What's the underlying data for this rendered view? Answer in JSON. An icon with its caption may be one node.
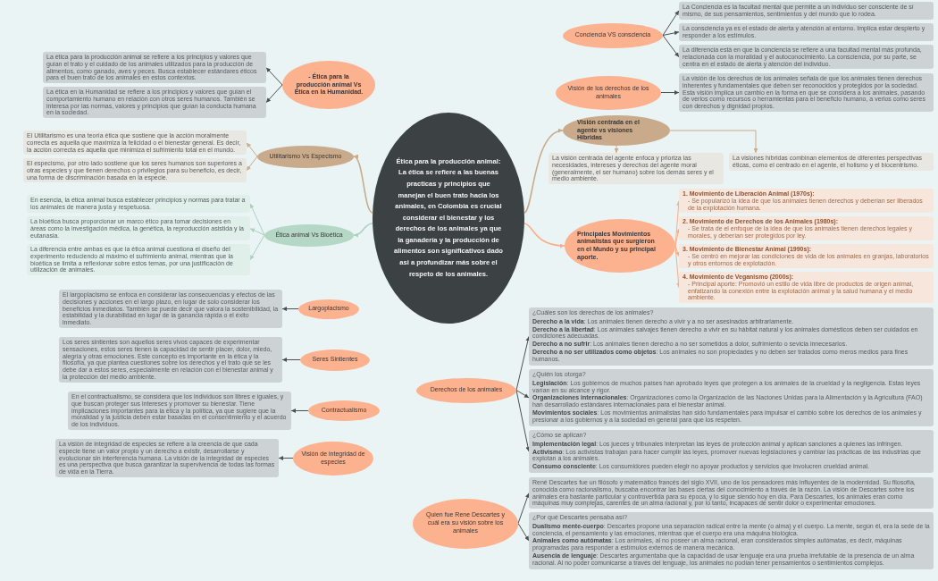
{
  "diagram": {
    "nodes": [
      {
        "text": [
          "Ética para la producción animal: La ética se refiere a las buenas practicas y principios que manejan el buen trato hacia los animales, en Colombia es crucial considerar el bienestar y los derechos de los animales ya que la ganadería y la producción de alimentos son significativos dado asi a profundizar más sobre el respeto de los animales."
        ]
      },
      {
        "text": [
          "- Ética para la producción animal Vs Ética en la Humanidad."
        ]
      },
      {
        "text": [
          "La ética para la producción animal se refiere a los principios y valores que guían el trato y el cuidado de los animales utilizados para la producción de alimentos, como ganado, aves y peces. Busca establecer estándares éticos para el buen trato de los animales en estos contextos."
        ]
      },
      {
        "text": [
          "La ética en la Humanidad se refiere a los principios y valores que guían el comportamiento humano en relación con otros seres humanos. También se interesa por las normas, valores y principios que guían la conducta humana en la sociedad."
        ]
      },
      {
        "text": [
          "Utilitarismo Vs Especismo"
        ]
      },
      {
        "text": [
          "El Utilitarismo es una teoría ética que sostiene que la acción moralmente correcta es aquella que maximiza la felicidad o el bienestar general. Es decir, la acción correcta es aquella que minimiza el sufrimiento total en el mundo."
        ]
      },
      {
        "text": [
          "El especismo, por otro lado sostiene que los seres humanos son superiores a otras especies y que tienen derechos o privilegios para su beneficio, es decir, una forma de discriminación basada en la especie."
        ]
      },
      {
        "text": [
          "Ética animal Vs Bioética"
        ]
      },
      {
        "text": [
          "En esencia, la ética animal busca establecer principios y normas para tratar a los animales de manera justa y respetuosa."
        ]
      },
      {
        "text": [
          "La bioética busca proporcionar un marco ético para tomar decisiones en áreas como la investigación médica, la genética, la reproducción asistida y la eutanasia."
        ]
      },
      {
        "text": [
          "La diferencia entre ambas es que la ética animal cuestiona el diseño del experimento reduciendo al máximo el sufrimiento animal, mientras que la bioética se limita a reflexionar sobre estos temas, por una justificación de utilización de animales."
        ]
      },
      {
        "text": [
          "Largoplacismo"
        ]
      },
      {
        "text": [
          "El largoplacismo se enfoca en considerar las consecuencias y efectos de las decisiones y acciones en el largo plazo, en lugar de solo considerar los beneficios inmediatos. También se puede decir que valora la sostenibilidad, la estabilidad y la durabilidad en lugar de la ganancia rápida o el éxito inmediato."
        ]
      },
      {
        "text": [
          "Seres Sintientes"
        ]
      },
      {
        "text": [
          "Los seres sintientes son aquellos seres vivos capaces de experimentar sensaciones, estos seres tienen la capacidad de sentir placer, dolor, miedo, alegría y otras emociones. Este concepto es importante en la ética y la filosofía, ya que plantea cuestiones sobre los derechos y el trato que se les debe dar a estos seres, especialmente en relación con el bienestar animal y la protección del medio ambiente."
        ]
      },
      {
        "text": [
          "Contractualismo"
        ]
      },
      {
        "text": [
          "En el contractualismo, se considera que los individuos son libres e iguales, y que buscan proteger sus intereses y promover su bienestar. Tiene implicaciones importantes para la ética y la política, ya que sugiere que la moralidad y la justicia deben estar basadas en el consentimiento y el acuerdo de los individuos."
        ]
      },
      {
        "text": [
          "Visión de integridad de especies"
        ]
      },
      {
        "text": [
          "La visión de integridad de especies se refiere a la creencia de que cada especie tiene un valor propio y un derecho a existir, desarrollarse y evolucionar sin interferencia humana. La visión de la integridad de especies es una perspectiva que busca garantizar la supervivencia de todas las formas de vida en la Tierra."
        ]
      },
      {
        "text": [
          "Conciencia VS consciencia"
        ]
      },
      {
        "text": [
          "La Conciencia es la facultad mental que permite a un individuo ser consciente de sí mismo, de sus pensamientos, sentimientos y del mundo que lo rodea."
        ]
      },
      {
        "text": [
          "La consciencia ya es el estado de alerta y atención al entorno. Implica estar despierto y responder a los estímulos."
        ]
      },
      {
        "text": [
          "La diferencia está en que la conciencia se refiere a una facultad mental más profunda, relacionada con la moralidad y el autoconocimiento. La consciencia, por su parte, se centra en el estado de alerta y atención del individuo."
        ]
      },
      {
        "text": [
          "Visión de los derechos de los animales"
        ]
      },
      {
        "text": [
          "La visión de los derechos de los animales señala de que los animales tienen derechos inherentes y fundamentales que deben ser reconocidos y protegidos por la sociedad. Esta visión implica un cambio en la forma en que se considera a los animales, pasando de verlos como recursos o herramientas para el beneficio humano, a verlos como seres con derechos y dignidad propios."
        ]
      },
      {
        "text": [
          "Visión centrada en el agente vs visiones Híbridas"
        ]
      },
      {
        "text": [
          "La visión centrada del agente enfoca y prioriza las necesidades, intereses y derechos del agente moral (generalmente, el ser humano) sobre los demás seres y el medio ambiente."
        ]
      },
      {
        "text": [
          "La visiones híbridas combinan elementos de diferentes perspectivas éticas, como el centrado en el agente, el holismo y el biocentrismo."
        ]
      },
      {
        "text": [
          "Principales Movimientos animalistas que surgieron en el Mundo y su principal aporte."
        ]
      },
      {
        "text": [
          "1. Movimiento de Liberación Animal (1970s):",
          "- Se popularizó la idea de que los animales tienen derechos y deberían ser liberados de la explotación humana."
        ]
      },
      {
        "text": [
          "2. Movimiento de Derechos de los Animales (1980s):",
          "- Se trata de el enfoque de la idea de que los animales tienen derechos legales y morales, y deberían ser protegidos por ley."
        ]
      },
      {
        "text": [
          "3. Movimiento de Bienestar Animal (1990s):",
          "- Se centró en mejorar las condiciones de vida de los animales en granjas, laboratorios y otros entornos de explotación."
        ]
      },
      {
        "text": [
          "4. Movimiento de Veganismo (2000s):",
          "- Principal aporte: Promovió un estilo de vida libre de productos de origen animal, enfatizando la conexión entre la explotación animal y la salud humana y el medio ambiente."
        ]
      },
      {
        "text": [
          "Derechos de los animales"
        ]
      },
      {
        "text": [
          "¿Cuáles son los derechos de los animales?",
          "**Derecho a la vida**: Los animales tienen derecho a vivir y a no ser asesinados arbitrariamente.",
          "**Derecho a la libertad**: Los animales salvajes tienen derecho a vivir en su hábitat natural y los animales domésticos deben ser cuidados en condiciones adecuadas.",
          "**Derecho a no sufrir**: Los animales tienen derecho a no ser sometidos a dolor, sufrimiento o sevicia innecesarios.",
          "**Derecho a no ser utilizados como objetos**: Los animales no son propiedades y no deben ser tratados como meros medios para fines humanos."
        ]
      },
      {
        "text": [
          "¿Quién los otorga?",
          "**Legislación**: Los gobiernos de muchos países han aprobado leyes que protegen a los animales de la crueldad y la negligencia. Estas leyes varían en su alcance y rigor.",
          "**Organizaciones internacionales**: Organizaciones como la Organización de las Naciones Unidas para la Alimentación y la Agricultura (FAO) han desarrollado estándares internacionales para el bienestar animal.",
          "**Movimientos sociales**: Los movimientos animalistas han sido fundamentales para impulsar el cambio sobre los derechos de los animales y presionar a los gobiernos y a la sociedad en general para que los respeten."
        ]
      },
      {
        "text": [
          "¿Cómo se aplican?",
          "**Implementación legal**: Los jueces y tribunales interpretan las leyes de protección animal y aplican sanciones a quienes las infringen.",
          "**Activismo**: Los activistas trabajan para hacer cumplir las leyes, promover nuevas legislaciones y cambiar las prácticas de las industrias que explotan a los animales.",
          "**Consumo consciente**: Los consumidores pueden elegir no apoyar productos y servicios que involucren crueldad animal."
        ]
      },
      {
        "text": [
          "Quien fue Rene Descartes y cuál era su visión sobre los animales"
        ]
      },
      {
        "text": [
          "René Descartes fue un filósofo y matemático francés del siglo XVII, uno de los pensadores más influyentes de la modernidad. Su filosofía, conocida como racionalismo, buscaba encontrar las bases ciertas del conocimiento a través de la razón. La visión de Descartes sobre los animales era bastante particular y controvertida para su época, y lo sigue siendo hoy en día. Para Descartes, los animales eran como máquinas muy complejas, carentes de un alma racional y, por lo tanto, incapaces de sentir dolor o experimentar emociones."
        ]
      },
      {
        "text": [
          "¿Por qué Descartes pensaba así?",
          "**Dualismo mente-cuerpo**: Descartes propone una separación radical entre la mente (o alma) y el cuerpo. La mente, según él, era la sede de la conciencia, el pensamiento y las emociones, mientras que el cuerpo era una máquina biológica.",
          "**Animales como autómatas**: Los animales, al no poseer un alma racional, eran considerados simples autómatas, es decir, máquinas programadas para responder a estímulos externos de manera mecánica.",
          "**Ausencia de lenguaje**: Descartes argumentaba que la capacidad de usar lenguaje era una prueba irrefutable de la presencia de un alma racional. Al no poder comunicarse a través del lenguaje, los animales no podían tener pensamientos o sentimientos complejos."
        ]
      }
    ],
    "edges": [
      {
        "from": 1,
        "to": 2,
        "arrow": "to"
      },
      {
        "from": 1,
        "to": 3,
        "arrow": "to"
      },
      {
        "from": 0,
        "to": 4,
        "arrow": "to",
        "color": "#c9ab8b"
      },
      {
        "from": 4,
        "to": 5,
        "arrow": "to",
        "color": "#c9ab8b"
      },
      {
        "from": 4,
        "to": 6,
        "arrow": "to",
        "color": "#c9ab8b"
      },
      {
        "from": 0,
        "to": 7,
        "arrow": "to",
        "color": "#a9d1bd"
      },
      {
        "from": 7,
        "to": 8,
        "arrow": "to",
        "color": "#a9d1bd"
      },
      {
        "from": 7,
        "to": 9,
        "arrow": "to",
        "color": "#a9d1bd"
      },
      {
        "from": 7,
        "to": 10,
        "arrow": "to",
        "color": "#a9d1bd"
      },
      {
        "from": 11,
        "to": 12,
        "arrow": "to"
      },
      {
        "from": 13,
        "to": 14,
        "arrow": "to"
      },
      {
        "from": 15,
        "to": 16,
        "arrow": "to"
      },
      {
        "from": 17,
        "to": 18,
        "arrow": "to"
      },
      {
        "from": 19,
        "to": 20,
        "arrow": "to"
      },
      {
        "from": 19,
        "to": 21,
        "arrow": "to"
      },
      {
        "from": 19,
        "to": 22,
        "arrow": "to"
      },
      {
        "from": 23,
        "to": 24,
        "arrow": "to"
      },
      {
        "from": 0,
        "to": 25,
        "arrow": "to",
        "color": "#c9ab8b"
      },
      {
        "from": 25,
        "to": 26,
        "arrow": "to",
        "color": "#c9ab8b"
      },
      {
        "from": 25,
        "to": 27,
        "arrow": "to",
        "color": "#c9ab8b"
      },
      {
        "from": 0,
        "to": 28,
        "arrow": "to",
        "color": "#f8ad88"
      },
      {
        "from": 28,
        "to": 29,
        "arrow": "to",
        "color": "#f8ad88"
      },
      {
        "from": 28,
        "to": 30,
        "arrow": "to",
        "color": "#f8ad88"
      },
      {
        "from": 28,
        "to": 31,
        "arrow": "to",
        "color": "#f8ad88"
      },
      {
        "from": 28,
        "to": 32,
        "arrow": "to",
        "color": "#f8ad88"
      },
      {
        "from": 33,
        "to": 34,
        "arrow": "to"
      },
      {
        "from": 33,
        "to": 35,
        "arrow": "to"
      },
      {
        "from": 33,
        "to": 36,
        "arrow": "to"
      },
      {
        "from": 37,
        "to": 38,
        "arrow": "to"
      },
      {
        "from": 37,
        "to": 39,
        "arrow": "to"
      }
    ]
  }
}
